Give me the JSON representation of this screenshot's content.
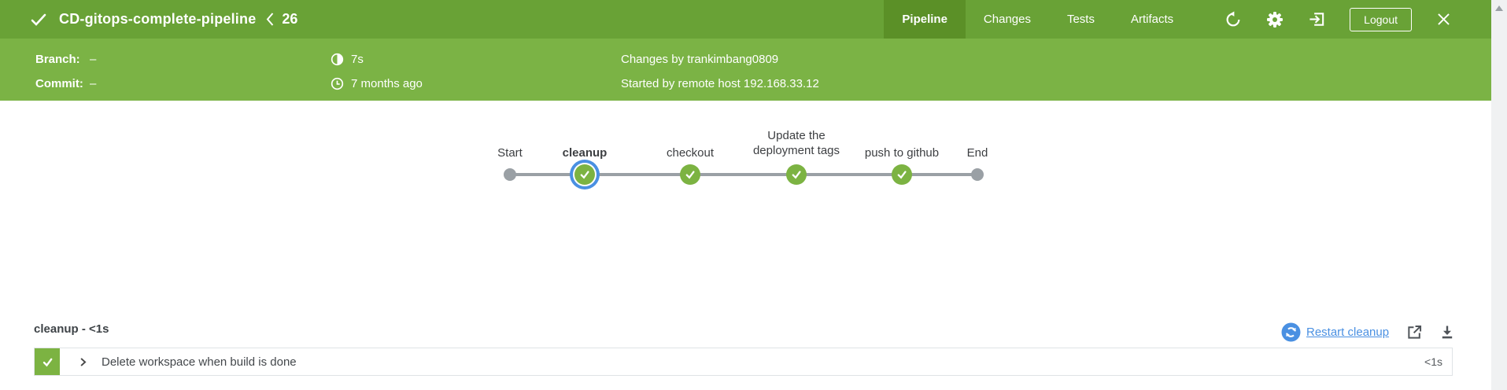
{
  "header": {
    "title": "CD-gitops-complete-pipeline",
    "run_number": "26",
    "tabs": [
      {
        "label": "Pipeline",
        "active": true
      },
      {
        "label": "Changes",
        "active": false
      },
      {
        "label": "Tests",
        "active": false
      },
      {
        "label": "Artifacts",
        "active": false
      }
    ],
    "logout_label": "Logout"
  },
  "info_bar": {
    "branch_label": "Branch:",
    "branch_value": "–",
    "commit_label": "Commit:",
    "commit_value": "–",
    "duration": "7s",
    "time_ago": "7 months ago",
    "changes_by": "Changes by trankimbang0809",
    "started_by": "Started by remote host 192.168.33.12"
  },
  "graph": {
    "nodes": [
      {
        "label": "Start",
        "type": "terminal"
      },
      {
        "label": "cleanup",
        "type": "success",
        "selected": true
      },
      {
        "label": "checkout",
        "type": "success"
      },
      {
        "label": "Update the deployment tags",
        "type": "success"
      },
      {
        "label": "push to github",
        "type": "success"
      },
      {
        "label": "End",
        "type": "terminal"
      }
    ]
  },
  "step_section": {
    "title": "cleanup - <1s",
    "restart_label": "Restart cleanup",
    "steps": [
      {
        "label": "Delete workspace when build is done",
        "duration": "<1s",
        "status": "success"
      }
    ]
  },
  "colors": {
    "header_green": "#69a236",
    "active_tab_green": "#5b9027",
    "info_bar_green": "#7bb345",
    "node_green": "#7cb342",
    "selected_ring_blue": "#4a90e2",
    "link_blue": "#4a90e2",
    "neutral_gray": "#9aa0a5"
  }
}
